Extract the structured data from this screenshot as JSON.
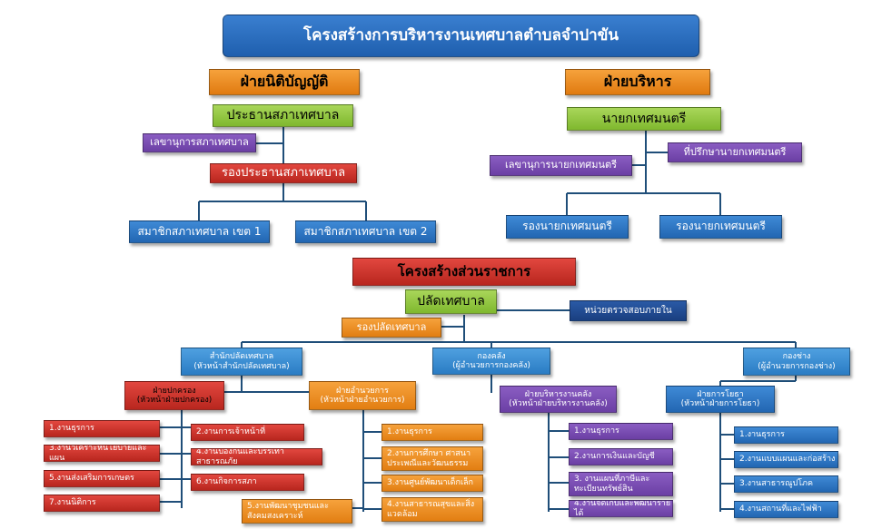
{
  "title": "โครงสร้างการบริหารงานเทศบาลตำบลจำปาขัน",
  "legislative": {
    "header": "ฝ่ายนิติบัญญัติ",
    "chair": "ประธานสภาเทศบาล",
    "secretary": "เลขานุการสภาเทศบาล",
    "vice_chair": "รองประธานสภาเทศบาล",
    "member_1": "สมาชิกสภาเทศบาล เขต 1",
    "member_2": "สมาชิกสภาเทศบาล เขต 2"
  },
  "executive": {
    "header": "ฝ่ายบริหาร",
    "mayor": "นายกเทศมนตรี",
    "advisor": "ที่ปรึกษานายกเทศมนตรี",
    "secretary": "เลขานุการนายกเทศมนตรี",
    "deputy_1": "รองนายกเทศมนตรี",
    "deputy_2": "รองนายกเทศมนตรี"
  },
  "gov": {
    "header": "โครงสร้างส่วนราชการ",
    "clerk": "ปลัดเทศบาล",
    "audit": "หน่วยตรวจสอบภายใน",
    "deputy_clerk": "รองปลัดเทศบาล"
  },
  "office": {
    "line1": "สำนักปลัดเทศบาล",
    "line2": "(หัวหน้าสำนักปลัดเทศบาล)",
    "admin": {
      "line1": "ฝ่ายปกครอง",
      "line2": "(หัวหน้าฝ่ายปกครอง)"
    },
    "admin_items": [
      "1.งานธุรการ",
      "3.งานวิเคราะห์นโยบายและแผน",
      "5.งานส่งเสริมการเกษตร",
      "7.งานนิติการ"
    ],
    "admin_items_b": [
      "2.งานการเจ้าหน้าที่",
      "4.งานป้องกันและบรรเทาสาธารณภัย",
      "6.งานกิจการสภา"
    ],
    "services": {
      "line1": "ฝ่ายอำนวยการ",
      "line2": "(หัวหน้าฝ่ายอำนวยการ)"
    },
    "services_items": [
      "1.งานธุรการ",
      "2.งานการศึกษา ศาสนา ประเพณีและวัฒนธรรม",
      "3.งานศูนย์พัฒนาเด็กเล็ก",
      "4.งานสาธารณสุขและสิ่งแวดล้อม"
    ],
    "services_item5": "5.งานพัฒนาชุมชนและสังคมสงเคราะห์"
  },
  "finance": {
    "line1": "กองคลัง",
    "line2": "(ผู้อำนวยการกองคลัง)",
    "sub": {
      "line1": "ฝ่ายบริหารงานคลัง",
      "line2": "(หัวหน้าฝ่ายบริหารงานคลัง)"
    },
    "items": [
      "1.งานธุรการ",
      "2.งานการเงินและบัญชี",
      "3. งานแผนที่ภาษีและทะเบียนทรัพย์สิน",
      "4.งานจัดเก็บและพัฒนารายได้"
    ]
  },
  "engineering": {
    "line1": "กองช่าง",
    "line2": "(ผู้อำนวยการกองช่าง)",
    "sub": {
      "line1": "ฝ่ายการโยธา",
      "line2": "(หัวหน้าฝ่ายการโยธา)"
    },
    "items": [
      "1.งานธุรการ",
      "2.งานแบบแผนและก่อสร้าง",
      "3.งานสาธารณูปโภค",
      "4.งานสถานที่และไฟฟ้า"
    ]
  }
}
